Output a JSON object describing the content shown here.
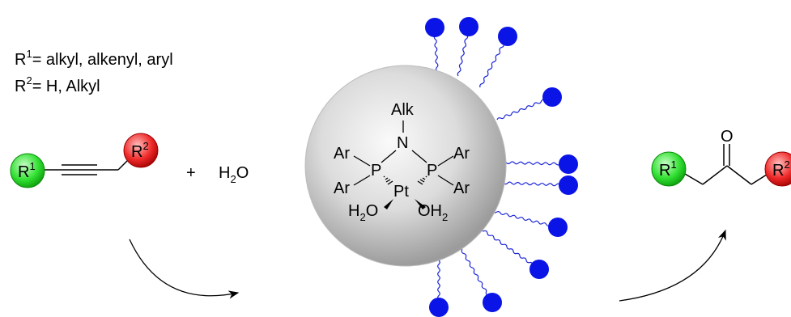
{
  "conditions": {
    "r1_line": {
      "label": "R",
      "sup": "1",
      "text": "= alkyl, alkenyl, aryl"
    },
    "r2_line": {
      "label": "R",
      "sup": "2",
      "text": "= H, Alkyl"
    }
  },
  "reactants": {
    "alkyne": {
      "r1_label": "R",
      "r1_sup": "1",
      "r2_label": "R",
      "r2_sup": "2"
    },
    "plus": "+",
    "water": {
      "h": "H",
      "sub": "2",
      "o": "O"
    }
  },
  "catalyst": {
    "alk": "Alk",
    "n": "N",
    "p_left": "P",
    "p_right": "P",
    "ar_top_left": "Ar",
    "ar_bottom_left": "Ar",
    "ar_top_right": "Ar",
    "ar_bottom_right": "Ar",
    "pt": "Pt",
    "water_left": {
      "h": "H",
      "sub": "2",
      "o": "O"
    },
    "water_right": {
      "o": "OH",
      "sub": "2"
    }
  },
  "product": {
    "r1_label": "R",
    "r1_sup": "1",
    "r2_label": "R",
    "r2_sup": "2",
    "carbonyl_o": "O"
  },
  "colors": {
    "r1_ball": "#22dd22",
    "r2_ball": "#ee2222",
    "ligand_ball": "#0a14e6",
    "ligand_chain": "#1a24d8",
    "nanoparticle_light": "#fafafa",
    "nanoparticle_dark": "#9c9c9c"
  }
}
